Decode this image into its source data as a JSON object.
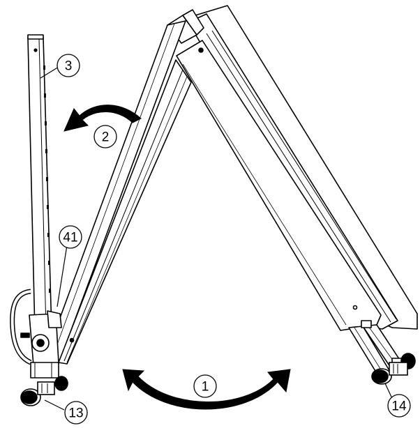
{
  "diagram": {
    "callouts": {
      "step1": "1",
      "step2": "2",
      "part3": "3",
      "part13": "13",
      "part14": "14",
      "part41": "41"
    },
    "colors": {
      "line": "#000000",
      "fill": "#ffffff",
      "shade": "#e6e6e6"
    }
  }
}
